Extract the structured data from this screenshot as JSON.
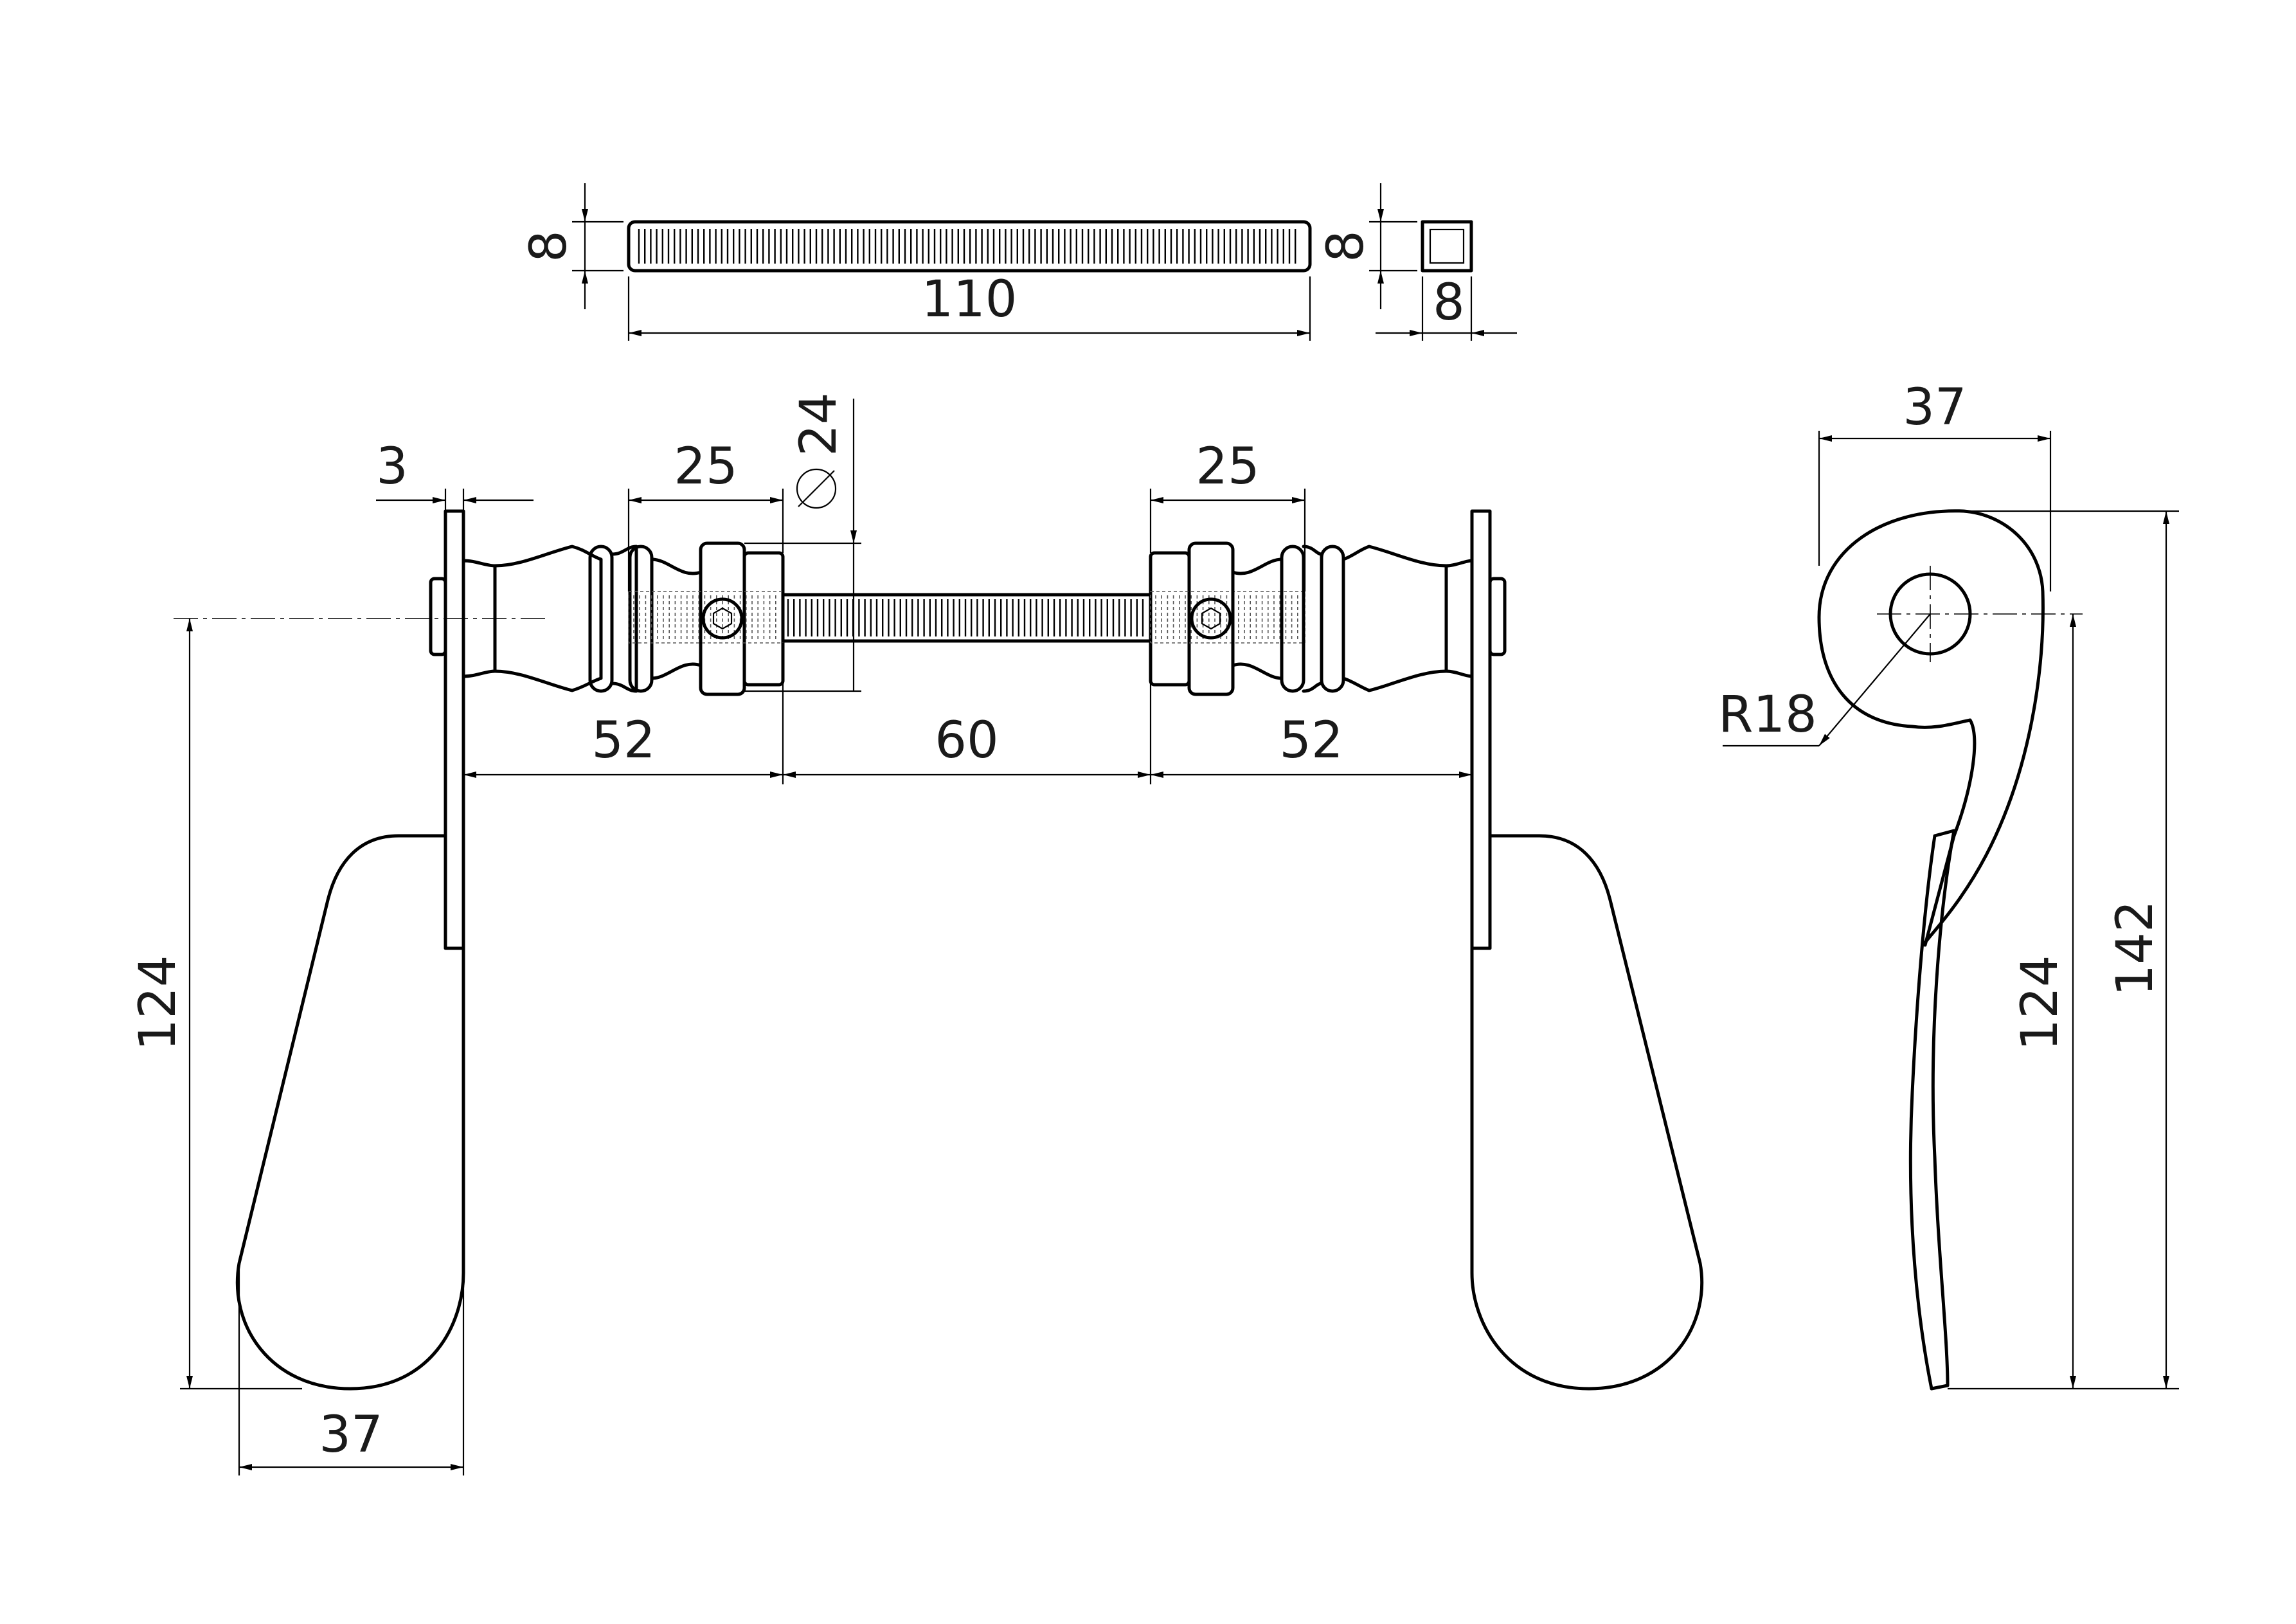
{
  "dimensions": {
    "spindle_height": "8",
    "spindle_length": "110",
    "section_height": "8",
    "section_width": "8",
    "rose_thickness": "3",
    "collar_left": "25",
    "collar_right": "25",
    "collar_diameter": "24",
    "span_left": "52",
    "span_middle": "60",
    "span_right": "52",
    "lever_length_front": "124",
    "lever_width_front": "37",
    "head_width_side": "37",
    "radius_side": "R18",
    "lever_length_side": "124",
    "overall_height_side": "142"
  }
}
